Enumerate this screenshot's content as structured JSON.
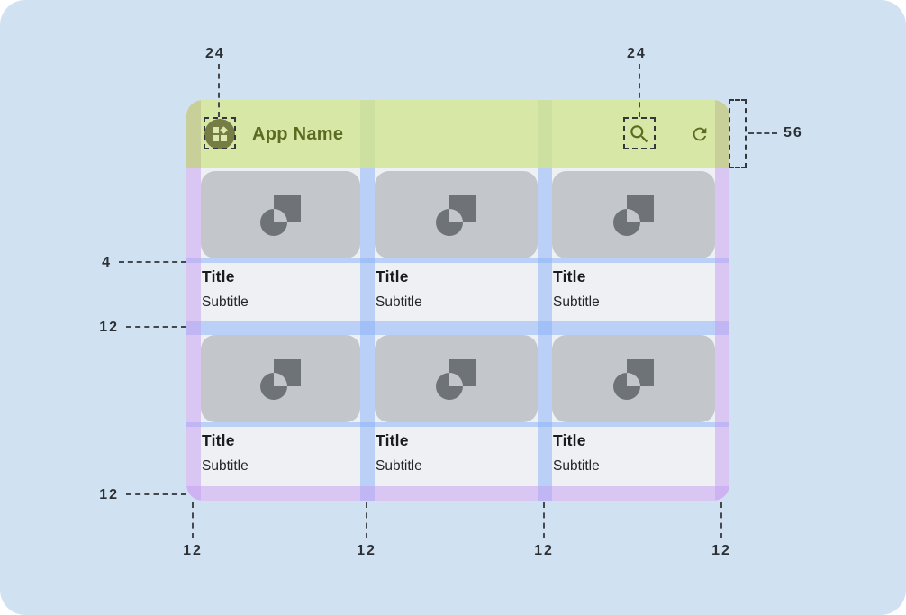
{
  "header": {
    "app_name": "App Name"
  },
  "icons": {
    "app": "dashboard-icon",
    "search": "search-icon",
    "refresh": "refresh-icon",
    "card_placeholder": "image-placeholder-icon"
  },
  "cards": [
    {
      "title": "Title",
      "subtitle": "Subtitle"
    },
    {
      "title": "Title",
      "subtitle": "Subtitle"
    },
    {
      "title": "Title",
      "subtitle": "Subtitle"
    },
    {
      "title": "Title",
      "subtitle": "Subtitle"
    },
    {
      "title": "Title",
      "subtitle": "Subtitle"
    },
    {
      "title": "Title",
      "subtitle": "Subtitle"
    }
  ],
  "annotations": {
    "app_icon_size": "24",
    "action_icon_size": "24",
    "app_bar_height": "56",
    "image_text_gap": "4",
    "row_gap": "12",
    "bottom_margin": "12",
    "column_spacings": [
      "12",
      "12",
      "12",
      "12"
    ]
  },
  "colors": {
    "page_background": "#d0e2f2",
    "app_bar_green": "#d7e7a6",
    "margin_overlay_purple": "#c5a0f0",
    "gutter_overlay_blue": "#8cb2fa",
    "card_image_gray": "#c3c7cb",
    "placeholder_icon_gray": "#6e7377",
    "header_accent_olive": "#5b6b21",
    "content_background": "#eef0f4"
  }
}
